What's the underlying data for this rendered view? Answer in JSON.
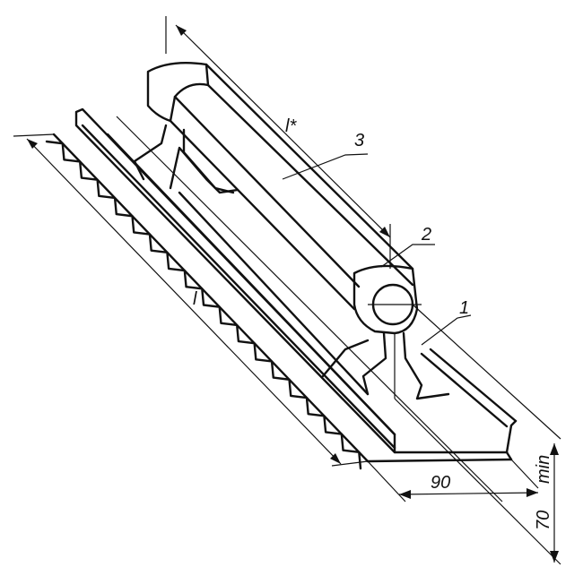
{
  "diagram": {
    "labels": {
      "length_star": "l*",
      "length": "l",
      "part_1": "1",
      "part_2": "2",
      "part_3": "3",
      "width_dim": "90",
      "height_dim": "70",
      "height_min": "min"
    }
  }
}
